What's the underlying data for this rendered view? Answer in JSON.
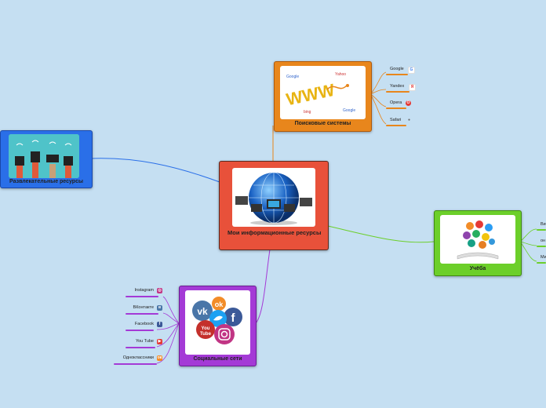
{
  "central": {
    "title": "Мои информационные ресурсы"
  },
  "search": {
    "title": "Поисковые системы",
    "items": [
      "Google",
      "Yandex",
      "Opera",
      "Safari"
    ]
  },
  "entertainment": {
    "title": "Развлекательные ресурсы"
  },
  "study": {
    "title": "Учёба",
    "items": [
      "Ви",
      "он",
      "Ми"
    ]
  },
  "social": {
    "title": "Социальные сети",
    "items": [
      "Instagram",
      "ВКонтакте",
      "Facebook",
      "You Tube",
      "Одноклассники"
    ]
  },
  "colors": {
    "central": "#e8513a",
    "search": "#e8861c",
    "entertainment": "#2a6fe8",
    "study": "#6ccf2a",
    "social": "#a43ad6",
    "background": "#c5dff2"
  }
}
